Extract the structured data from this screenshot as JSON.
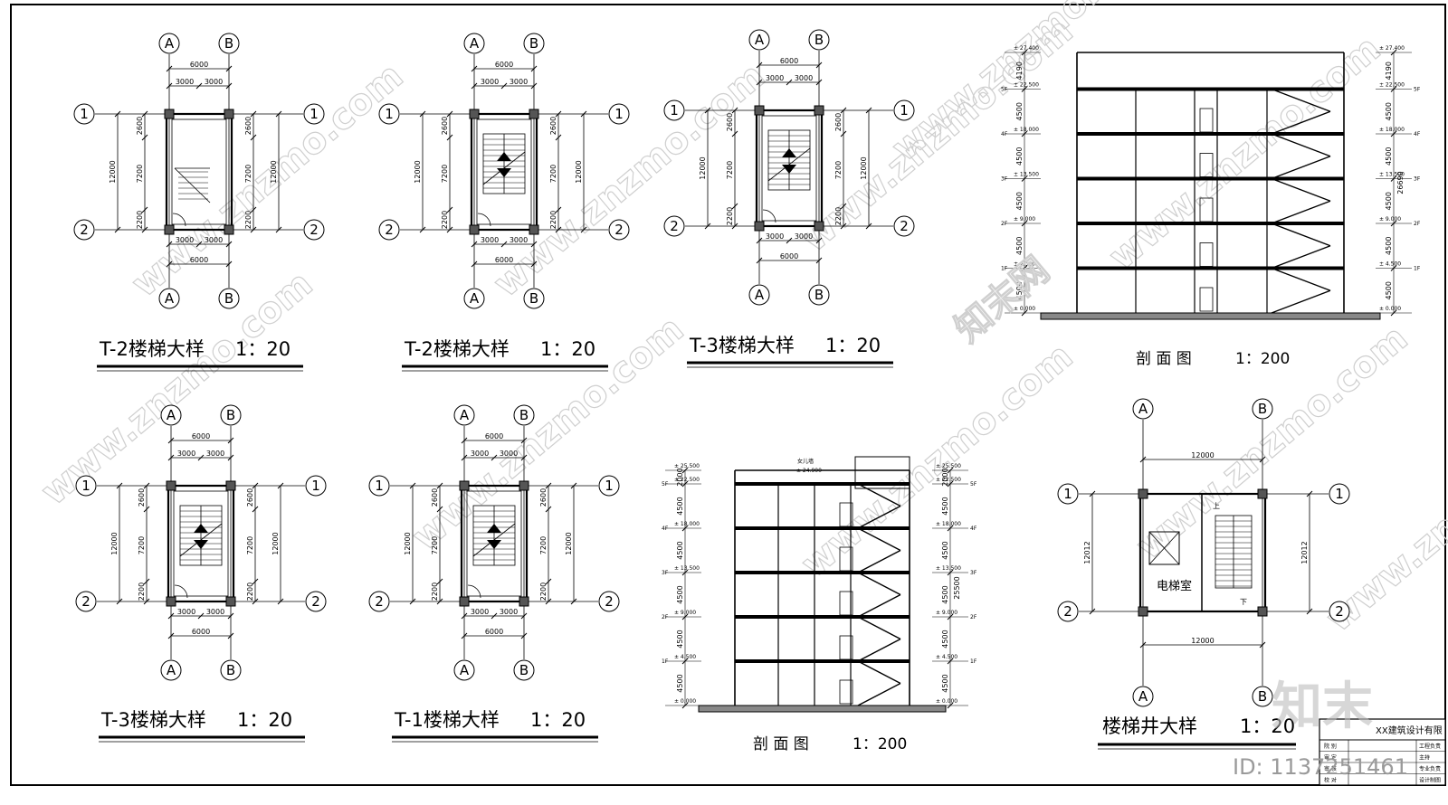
{
  "drawing": {
    "grid_labels": {
      "a": "A",
      "b": "B",
      "one": "1",
      "two": "2"
    },
    "plans": [
      {
        "title": "T-2楼梯大样",
        "scale": "1：20",
        "dims": {
          "width": "6000",
          "half": "3000",
          "depth": "12000",
          "seg1": "2600",
          "seg2": "7200",
          "seg3": "2200"
        }
      },
      {
        "title": "T-2楼梯大样",
        "scale": "1：20",
        "dims": {
          "width": "6000",
          "half": "3000",
          "depth": "12000",
          "seg1": "2600",
          "seg2": "7200",
          "seg3": "2200"
        }
      },
      {
        "title": "T-3楼梯大样",
        "scale": "1：20",
        "dims": {
          "width": "6000",
          "half": "3000",
          "depth": "12000",
          "seg1": "2600",
          "seg2": "7200",
          "seg3": "2200"
        }
      },
      {
        "title": "T-3楼梯大样",
        "scale": "1：20",
        "dims": {
          "width": "6000",
          "half": "3000",
          "depth": "12000",
          "seg1": "2600",
          "seg2": "7200",
          "seg3": "2200"
        }
      },
      {
        "title": "T-1楼梯大样",
        "scale": "1：20",
        "dims": {
          "width": "6000",
          "half": "3000",
          "depth": "12000",
          "seg1": "2600",
          "seg2": "7200",
          "seg3": "2200"
        }
      }
    ],
    "section_a": {
      "title": "剖  面  图",
      "scale": "1：200",
      "storey": "4500",
      "top_storey": "4190",
      "total": "26690",
      "levels": [
        {
          "floor": "",
          "elev": "± 27.400"
        },
        {
          "floor": "5F",
          "elev": "± 22.500"
        },
        {
          "floor": "4F",
          "elev": "± 18.000"
        },
        {
          "floor": "3F",
          "elev": "± 13.500"
        },
        {
          "floor": "2F",
          "elev": "± 9.000"
        },
        {
          "floor": "1F",
          "elev": "± 4.500"
        },
        {
          "floor": "",
          "elev": "± 0.000"
        }
      ]
    },
    "section_b": {
      "title": "剖  面  图",
      "scale": "1：200",
      "storey": "4500",
      "top_storey": "2000",
      "total": "25500",
      "roof_label": "女儿墙",
      "roof_elev": "± 24.900",
      "levels": [
        {
          "floor": "",
          "elev": "± 25.500"
        },
        {
          "floor": "5F",
          "elev": "± 22.500"
        },
        {
          "floor": "4F",
          "elev": "± 18.000"
        },
        {
          "floor": "3F",
          "elev": "± 13.500"
        },
        {
          "floor": "2F",
          "elev": "± 9.000"
        },
        {
          "floor": "1F",
          "elev": "± 4.500"
        },
        {
          "floor": "",
          "elev": "± 0.000"
        }
      ]
    },
    "shaft": {
      "title": "楼梯井大样",
      "scale": "1：20",
      "room_label": "电梯室",
      "width": "12000",
      "depth": "12012",
      "mark_up": "上",
      "mark_down": "下"
    },
    "title_block": {
      "company": "XX建筑设计有限",
      "rows": [
        {
          "left": "院    别",
          "right": "工程负责"
        },
        {
          "left": "审    定",
          "right": "主持"
        },
        {
          "left": "审    核",
          "right": "专业负责"
        },
        {
          "left": "校    对",
          "right": "设计制图"
        }
      ]
    },
    "watermark": {
      "site": "www.znzmo.com",
      "brand": "知末网",
      "logo": "知末",
      "id": "ID: 1137251461"
    }
  }
}
